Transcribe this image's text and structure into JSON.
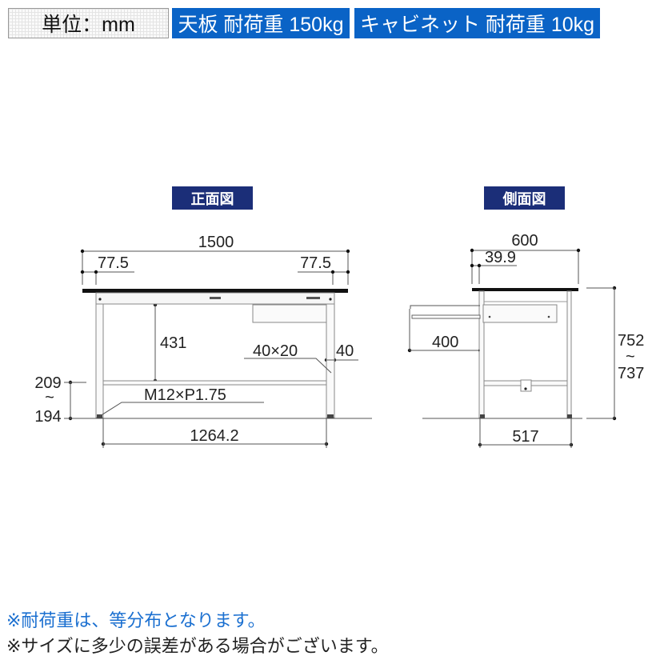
{
  "header": {
    "unit_label": "単位：mm",
    "top_load": "天板 耐荷重 150kg",
    "cabinet_load": "キャビネット 耐荷重 10kg"
  },
  "front_view": {
    "label": "正面図",
    "width": "1500",
    "offset_left": "77.5",
    "offset_right": "77.5",
    "under_height": "431",
    "frame_size": "40×20",
    "leg_size": "40",
    "adjuster_height_max": "209",
    "range_mark": "~",
    "adjuster_height_min": "194",
    "adjuster_thread": "M12×P1.75",
    "leg_span": "1264.2"
  },
  "side_view": {
    "label": "側面図",
    "depth": "600",
    "offset": "39.9",
    "drawer_extension": "400",
    "height_max": "752",
    "range_mark": "~",
    "height_min": "737",
    "leg_span": "517"
  },
  "notes": [
    "※耐荷重は、等分布となります。",
    "※サイズに多少の誤差がある場合がございます。"
  ],
  "colors": {
    "accent_blue": "#0a63c6",
    "label_navy": "#1b2e78",
    "note_blue": "#1a6fd0"
  }
}
